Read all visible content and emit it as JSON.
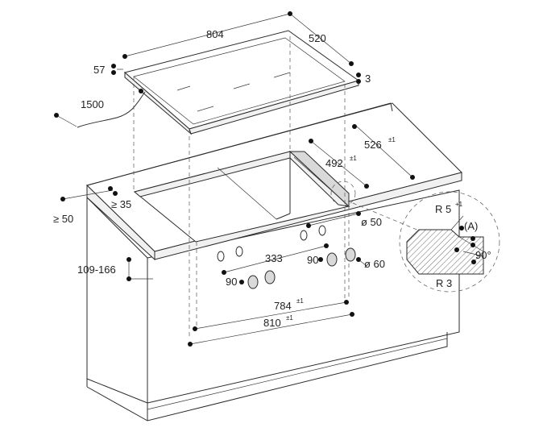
{
  "labels": {
    "cooktop_width": "804",
    "cooktop_depth": "520",
    "cooktop_height": "57",
    "cooktop_thickness": "3",
    "cable_length": "1500",
    "cutout_depth_outer": "526",
    "cutout_depth_outer_tol": "±1",
    "cutout_depth_inner": "492",
    "cutout_depth_inner_tol": "±1",
    "edge_clearance": "≥ 35",
    "wall_clearance": "≥ 50",
    "worktop_thickness": "109-166",
    "knob_spacing": "333",
    "knob_height_left": "90",
    "knob_height_right": "90",
    "knob_hole_diameter": "ø 50",
    "knob_diameter": "ø 60",
    "cutout_width_inner": "784",
    "cutout_width_inner_tol": "±1",
    "cutout_width_outer": "810",
    "cutout_width_outer_tol": "±1",
    "detail_radius_top": "R 5",
    "detail_radius_top_tol": "+1",
    "detail_marker": "(A)",
    "detail_angle": "90°",
    "detail_radius_bottom": "R 3"
  }
}
